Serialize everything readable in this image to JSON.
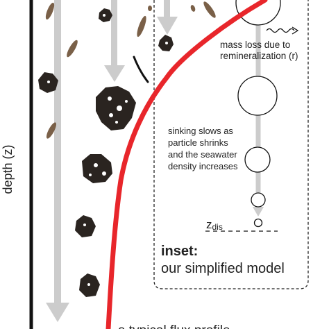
{
  "axis": {
    "ylabel": "depth (z)"
  },
  "inset": {
    "remin_label_line1": "mass loss due to",
    "remin_label_line2": "remineralization (r)",
    "sinking_line1": "sinking slows as",
    "sinking_line2": "particle shrinks",
    "sinking_line3": "and the seawater",
    "sinking_line4": "density increases",
    "zdis_symbol": "z",
    "zdis_subscript": "dis",
    "title": "inset:",
    "subtitle": "our simplified model"
  },
  "flux_profile": {
    "label": "a typical flux profile",
    "color": "#e8262b"
  },
  "colors": {
    "arrow": "#cccccc",
    "particle": "#2a2420",
    "fecal_pellet": "#7a6048",
    "axis": "#111111"
  }
}
